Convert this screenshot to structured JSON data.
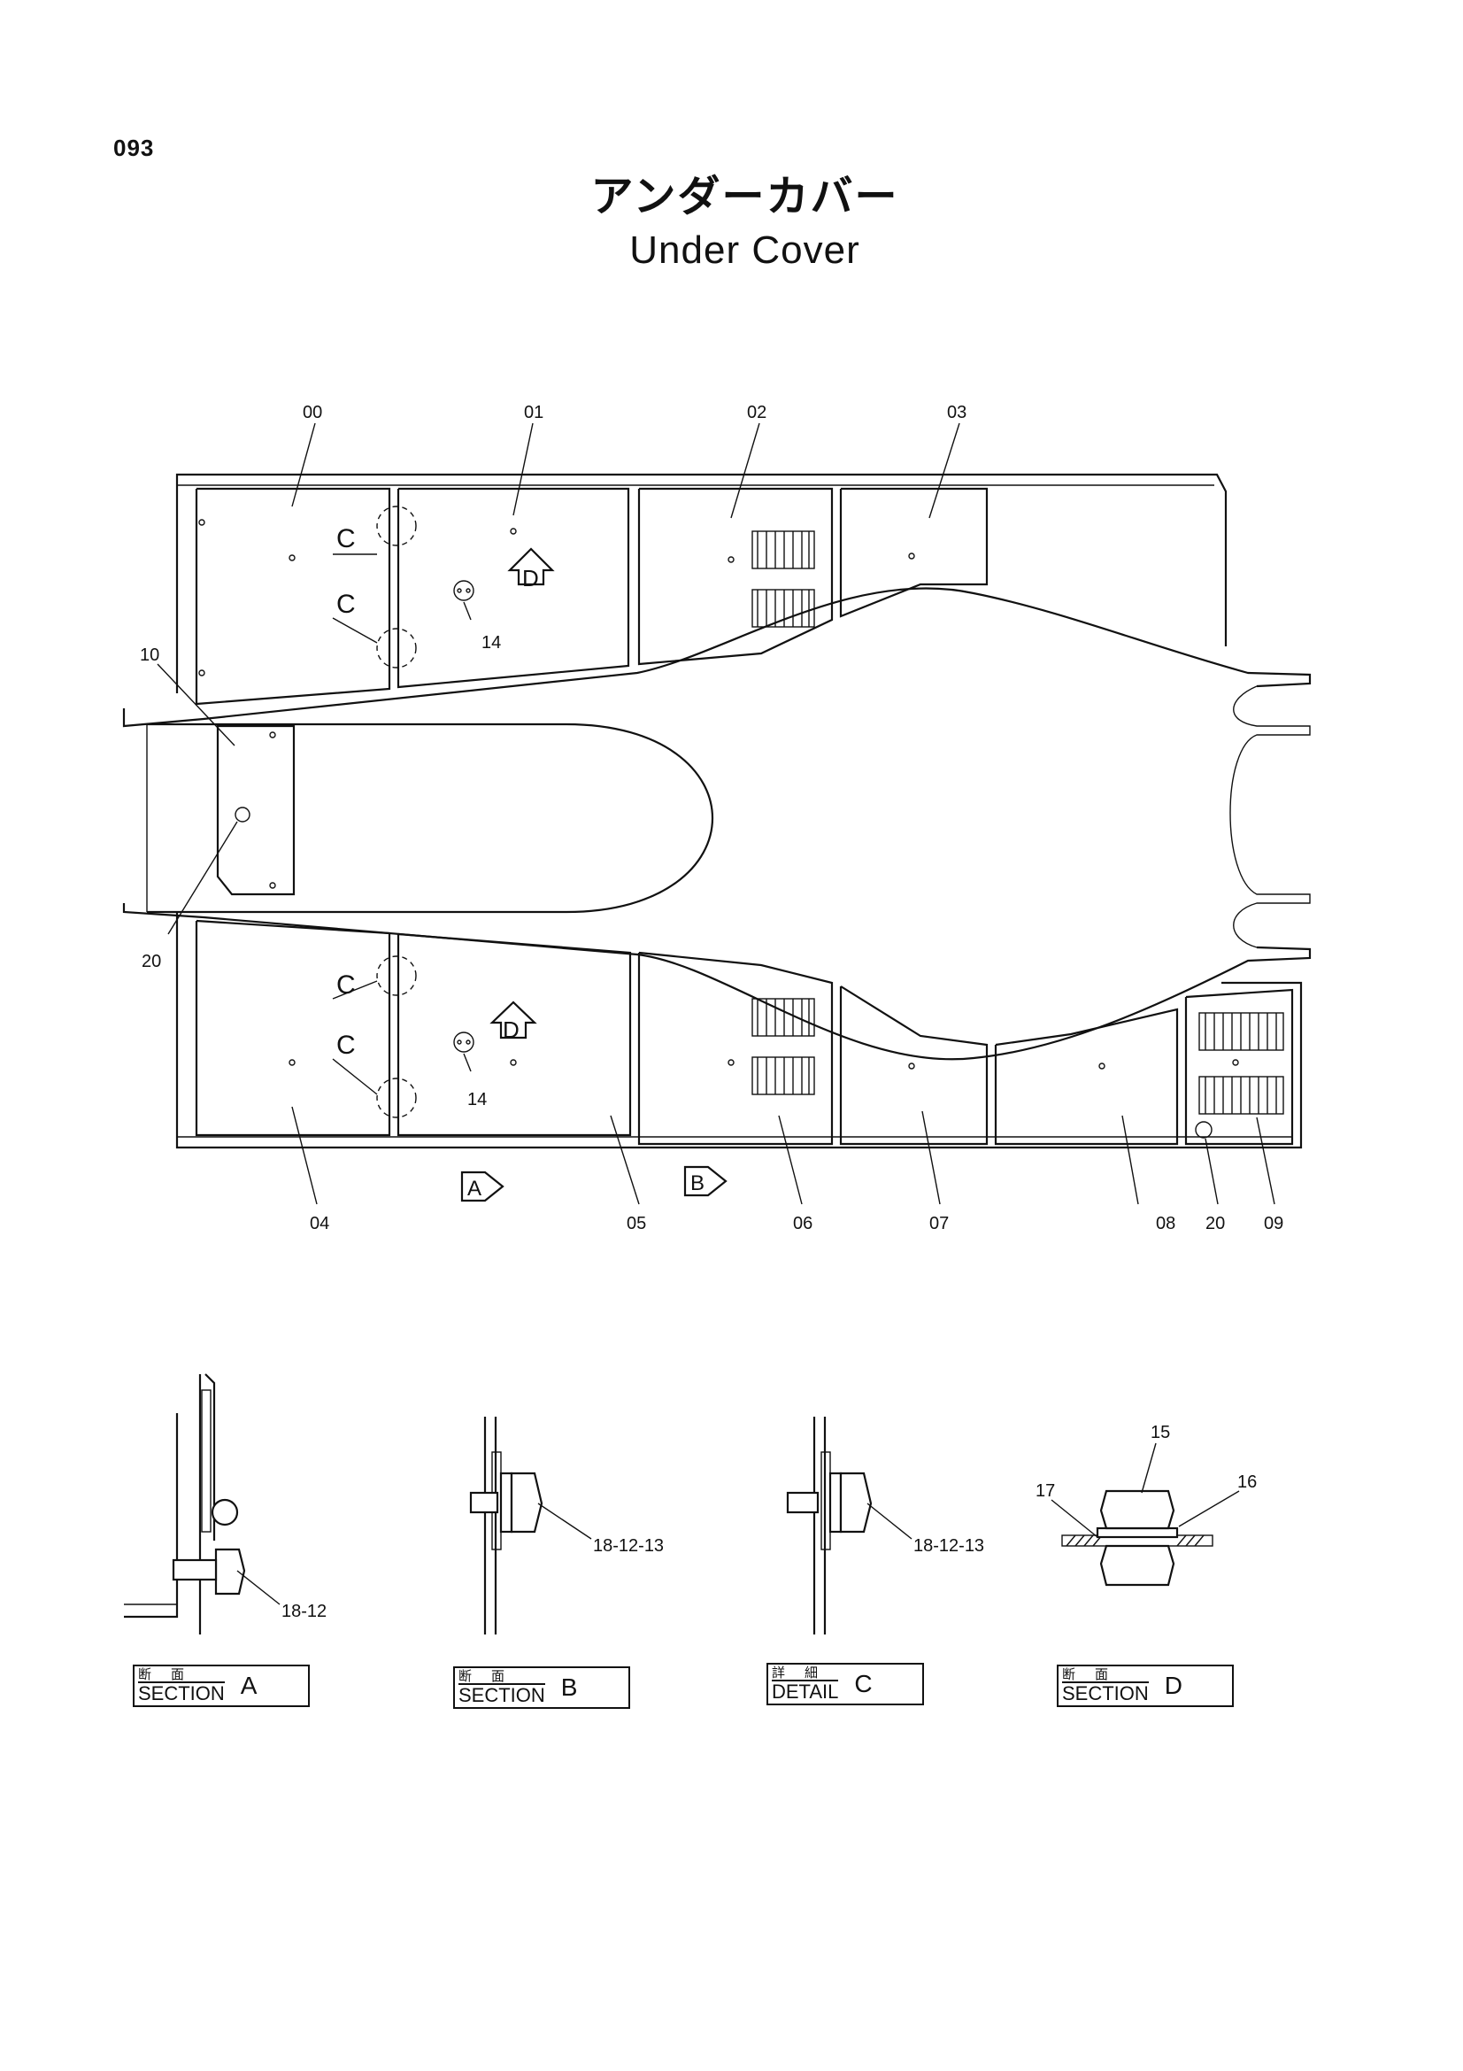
{
  "page": {
    "number": "093",
    "title_ja": "アンダーカバー",
    "title_en": "Under Cover"
  },
  "parts": {
    "p00": "00",
    "p01": "01",
    "p02": "02",
    "p03": "03",
    "p04": "04",
    "p05": "05",
    "p06": "06",
    "p07": "07",
    "p08": "08",
    "p09": "09",
    "p10": "10",
    "p14": "14",
    "p20": "20",
    "p15": "15",
    "p16": "16",
    "p17": "17",
    "bolt_18_12": "18-12",
    "bolt_18_12_13": "18-12-13"
  },
  "callouts": {
    "A": "A",
    "B": "B",
    "C": "C",
    "D": "D"
  },
  "sections": [
    {
      "jp": "断面",
      "en": "SECTION",
      "letter": "A"
    },
    {
      "jp": "断面",
      "en": "SECTION",
      "letter": "B"
    },
    {
      "jp": "詳細",
      "en": "DETAIL",
      "letter": "C"
    },
    {
      "jp": "断面",
      "en": "SECTION",
      "letter": "D"
    }
  ]
}
